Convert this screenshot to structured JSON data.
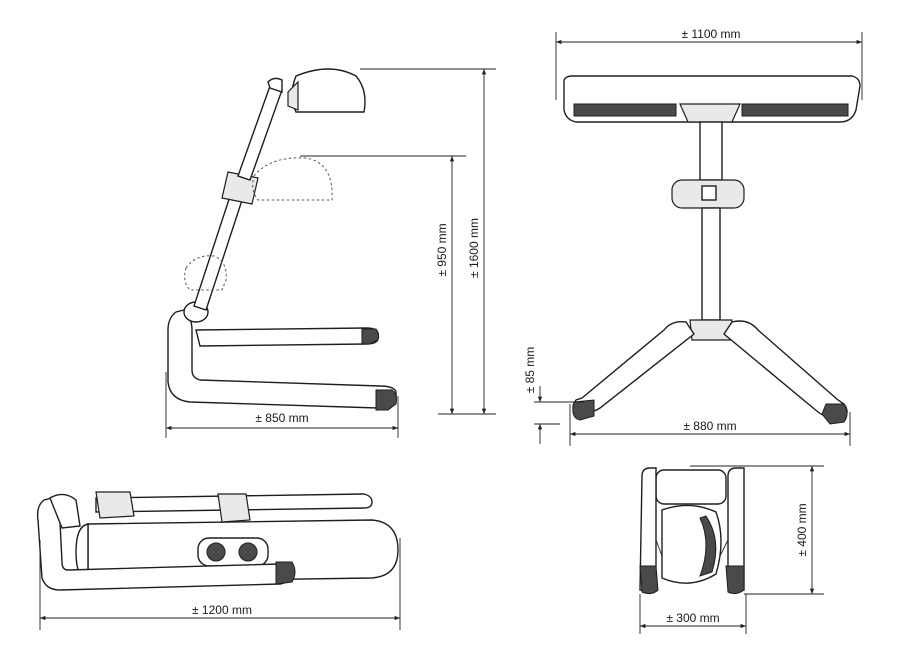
{
  "diagram": {
    "side_view": {
      "width_label": "± 850 mm",
      "height_low_label": "± 950 mm",
      "height_high_label": "± 1600 mm"
    },
    "front_view": {
      "top_width_label": "± 1100 mm",
      "base_width_label": "± 880 mm",
      "foot_height_label": "± 85 mm"
    },
    "folded_side_view": {
      "length_label": "± 1200 mm"
    },
    "folded_end_view": {
      "width_label": "± 300 mm",
      "height_label": "± 400 mm"
    }
  }
}
